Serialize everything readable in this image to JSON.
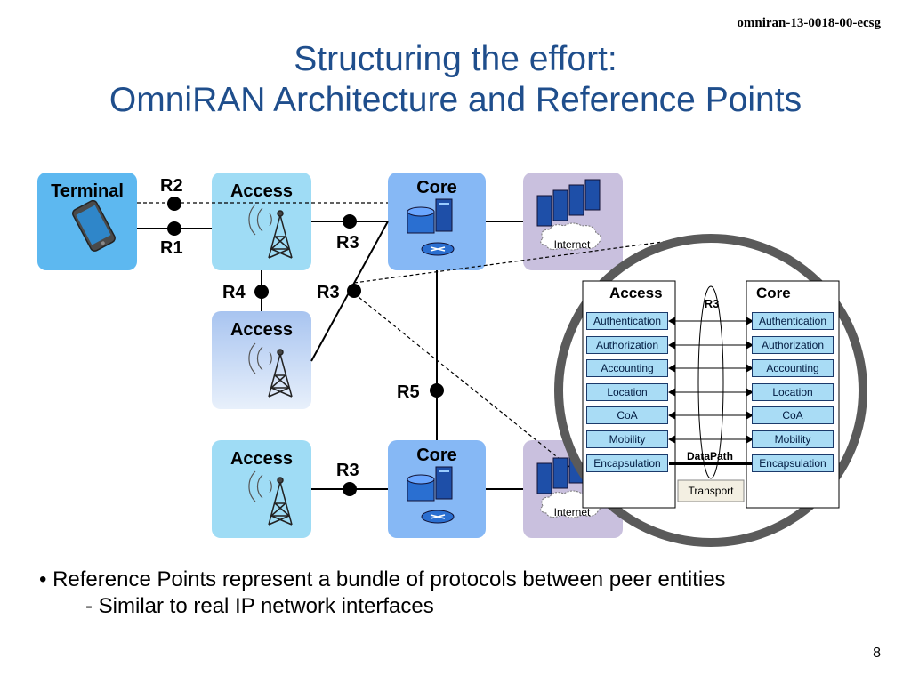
{
  "header": {
    "doc_id": "omniran-13-0018-00-ecsg"
  },
  "title": {
    "line1": "Structuring the effort:",
    "line2": "OmniRAN Architecture and Reference Points"
  },
  "diagram": {
    "terminal": "Terminal",
    "access_label": "Access",
    "core_label": "Core",
    "internet_label": "Internet",
    "ref_points": {
      "r1": "R1",
      "r2": "R2",
      "r3": "R3",
      "r4": "R4",
      "r5": "R5"
    },
    "zoom": {
      "access_label": "Access",
      "core_label": "Core",
      "r3_label": "R3",
      "datapath_label": "DataPath",
      "transport_label": "Transport",
      "protocols": [
        "Authentication",
        "Authorization",
        "Accounting",
        "Location",
        "CoA",
        "Mobility",
        "Encapsulation"
      ]
    },
    "colors": {
      "terminal": "#5db8f0",
      "access": "#9fdcf5",
      "core": "#86b8f5",
      "internet_bg": "#c9c0de",
      "title": "#1f4e8c"
    }
  },
  "bullets": {
    "b1": "Reference Points represent a bundle of protocols between peer entities",
    "b2": "Similar to real IP network interfaces"
  },
  "page_number": "8"
}
